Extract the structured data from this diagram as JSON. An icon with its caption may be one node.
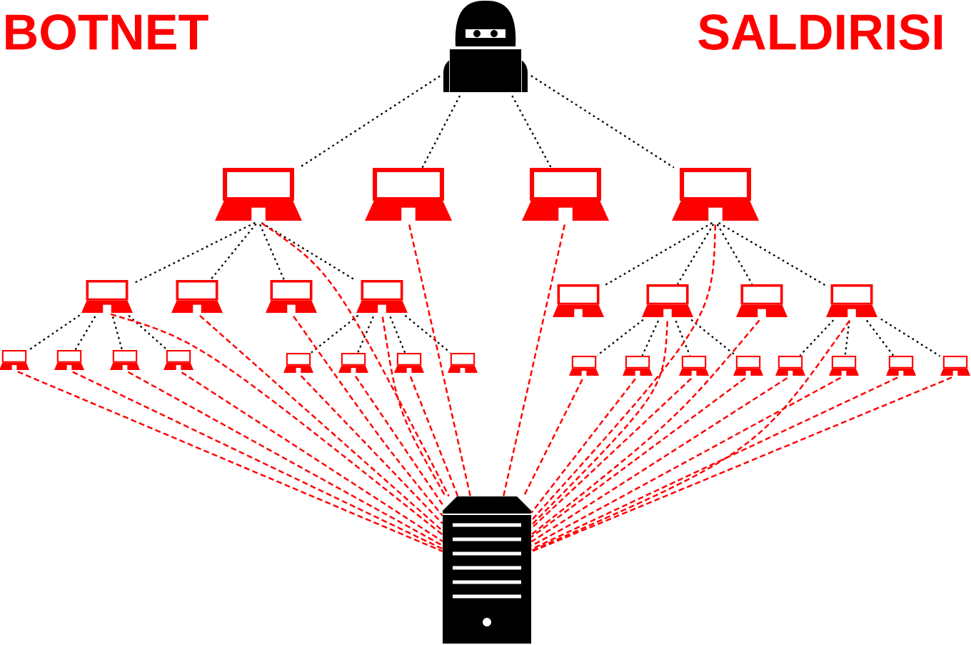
{
  "diagram": {
    "nodes": [
      {
        "text": [],
        "shape": "person"
      },
      {
        "text": [],
        "shape": "laptop"
      },
      {
        "text": [],
        "shape": "laptop"
      },
      {
        "text": [],
        "shape": "laptop"
      },
      {
        "text": [],
        "shape": "laptop"
      },
      {
        "text": [],
        "shape": "laptop"
      },
      {
        "text": [],
        "shape": "laptop"
      },
      {
        "text": [],
        "shape": "laptop"
      },
      {
        "text": [],
        "shape": "laptop"
      },
      {
        "text": [],
        "shape": "laptop"
      },
      {
        "text": [],
        "shape": "laptop"
      },
      {
        "text": [],
        "shape": "laptop"
      },
      {
        "text": [],
        "shape": "laptop"
      },
      {
        "text": [],
        "shape": "laptop"
      },
      {
        "text": [],
        "shape": "laptop"
      },
      {
        "text": [],
        "shape": "laptop"
      },
      {
        "text": [],
        "shape": "laptop"
      },
      {
        "text": [],
        "shape": "laptop"
      },
      {
        "text": [],
        "shape": "laptop"
      },
      {
        "text": [],
        "shape": "laptop"
      },
      {
        "text": [],
        "shape": "laptop"
      },
      {
        "text": [],
        "shape": "laptop"
      },
      {
        "text": [],
        "shape": "laptop"
      },
      {
        "text": [],
        "shape": "laptop"
      },
      {
        "text": [],
        "shape": "laptop"
      },
      {
        "text": [],
        "shape": "laptop"
      },
      {
        "text": [],
        "shape": "laptop"
      },
      {
        "text": [],
        "shape": "laptop"
      },
      {
        "text": [],
        "shape": "laptop"
      },
      {
        "text": [],
        "shape": "server"
      }
    ],
    "edges": [
      {
        "from": 0,
        "to": 1,
        "arrow": "none"
      },
      {
        "from": 0,
        "to": 2,
        "arrow": "none"
      },
      {
        "from": 0,
        "to": 3,
        "arrow": "none"
      },
      {
        "from": 0,
        "to": 4,
        "arrow": "none"
      },
      {
        "from": 1,
        "to": 5,
        "arrow": "none"
      },
      {
        "from": 1,
        "to": 6,
        "arrow": "none"
      },
      {
        "from": 1,
        "to": 7,
        "arrow": "none"
      },
      {
        "from": 1,
        "to": 8,
        "arrow": "none"
      },
      {
        "from": 4,
        "to": 9,
        "arrow": "none"
      },
      {
        "from": 4,
        "to": 10,
        "arrow": "none"
      },
      {
        "from": 4,
        "to": 11,
        "arrow": "none"
      },
      {
        "from": 4,
        "to": 12,
        "arrow": "none"
      },
      {
        "from": 5,
        "to": 13,
        "arrow": "none"
      },
      {
        "from": 5,
        "to": 14,
        "arrow": "none"
      },
      {
        "from": 5,
        "to": 15,
        "arrow": "none"
      },
      {
        "from": 5,
        "to": 16,
        "arrow": "none"
      },
      {
        "from": 8,
        "to": 17,
        "arrow": "none"
      },
      {
        "from": 8,
        "to": 18,
        "arrow": "none"
      },
      {
        "from": 8,
        "to": 19,
        "arrow": "none"
      },
      {
        "from": 8,
        "to": 20,
        "arrow": "none"
      },
      {
        "from": 10,
        "to": 21,
        "arrow": "none"
      },
      {
        "from": 10,
        "to": 22,
        "arrow": "none"
      },
      {
        "from": 10,
        "to": 23,
        "arrow": "none"
      },
      {
        "from": 10,
        "to": 24,
        "arrow": "none"
      },
      {
        "from": 12,
        "to": 25,
        "arrow": "none"
      },
      {
        "from": 12,
        "to": 26,
        "arrow": "none"
      },
      {
        "from": 12,
        "to": 27,
        "arrow": "none"
      },
      {
        "from": 12,
        "to": 28,
        "arrow": "none"
      },
      {
        "from": 1,
        "to": 29,
        "arrow": "none",
        "style": "dashed",
        "color": "#ff0000"
      },
      {
        "from": 2,
        "to": 29,
        "arrow": "none",
        "style": "dashed",
        "color": "#ff0000"
      },
      {
        "from": 3,
        "to": 29,
        "arrow": "none",
        "style": "dashed",
        "color": "#ff0000"
      },
      {
        "from": 4,
        "to": 29,
        "arrow": "none",
        "style": "dashed",
        "color": "#ff0000"
      },
      {
        "from": 5,
        "to": 29,
        "arrow": "none",
        "style": "dashed",
        "color": "#ff0000"
      },
      {
        "from": 6,
        "to": 29,
        "arrow": "none",
        "style": "dashed",
        "color": "#ff0000"
      },
      {
        "from": 7,
        "to": 29,
        "arrow": "none",
        "style": "dashed",
        "color": "#ff0000"
      },
      {
        "from": 8,
        "to": 29,
        "arrow": "none",
        "style": "dashed",
        "color": "#ff0000"
      },
      {
        "from": 10,
        "to": 29,
        "arrow": "none",
        "style": "dashed",
        "color": "#ff0000"
      },
      {
        "from": 11,
        "to": 29,
        "arrow": "none",
        "style": "dashed",
        "color": "#ff0000"
      },
      {
        "from": 12,
        "to": 29,
        "arrow": "none",
        "style": "dashed",
        "color": "#ff0000"
      },
      {
        "from": 13,
        "to": 29,
        "arrow": "none",
        "style": "dashed",
        "color": "#ff0000"
      },
      {
        "from": 14,
        "to": 29,
        "arrow": "none",
        "style": "dashed",
        "color": "#ff0000"
      },
      {
        "from": 15,
        "to": 29,
        "arrow": "none",
        "style": "dashed",
        "color": "#ff0000"
      },
      {
        "from": 16,
        "to": 29,
        "arrow": "none",
        "style": "dashed",
        "color": "#ff0000"
      },
      {
        "from": 17,
        "to": 29,
        "arrow": "none",
        "style": "dashed",
        "color": "#ff0000"
      },
      {
        "from": 18,
        "to": 29,
        "arrow": "none",
        "style": "dashed",
        "color": "#ff0000"
      },
      {
        "from": 19,
        "to": 29,
        "arrow": "none",
        "style": "dashed",
        "color": "#ff0000"
      },
      {
        "from": 21,
        "to": 29,
        "arrow": "none",
        "style": "dashed",
        "color": "#ff0000"
      },
      {
        "from": 22,
        "to": 29,
        "arrow": "none",
        "style": "dashed",
        "color": "#ff0000"
      },
      {
        "from": 23,
        "to": 29,
        "arrow": "none",
        "style": "dashed",
        "color": "#ff0000"
      },
      {
        "from": 24,
        "to": 29,
        "arrow": "none",
        "style": "dashed",
        "color": "#ff0000"
      },
      {
        "from": 25,
        "to": 29,
        "arrow": "none",
        "style": "dashed",
        "color": "#ff0000"
      },
      {
        "from": 26,
        "to": 29,
        "arrow": "none",
        "style": "dashed",
        "color": "#ff0000"
      },
      {
        "from": 27,
        "to": 29,
        "arrow": "none",
        "style": "dashed",
        "color": "#ff0000"
      },
      {
        "from": 28,
        "to": 29,
        "arrow": "none",
        "style": "dashed",
        "color": "#ff0000"
      }
    ],
    "labels": [
      "BOTNET",
      "SALDIRISI"
    ]
  }
}
